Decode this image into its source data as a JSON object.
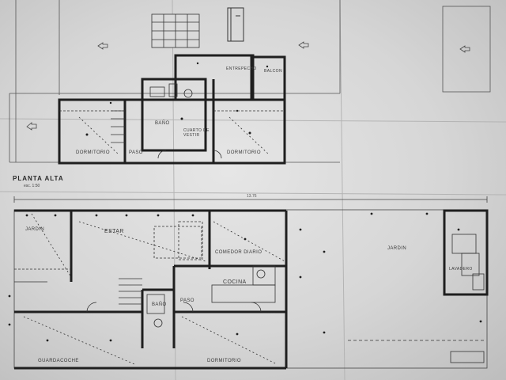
{
  "upper_floor": {
    "heading": "PLANTA ALTA",
    "scale": "esc. 1:50",
    "rooms": {
      "bedroom_left": "DORMITORIO",
      "hall": "PASO",
      "bathroom": "BAÑO",
      "dressing": "CUARTO DE VESTIR",
      "bedroom_right": "DORMITORIO",
      "terrace": "ENTREPECHO",
      "balcony": "BALCON"
    }
  },
  "ground_floor": {
    "overall_dimension": "13.76",
    "rooms": {
      "garden_left": "JARDIN",
      "living": "ESTAR",
      "dining": "COMEDOR DIARIO",
      "kitchen": "COCINA",
      "hall": "PASO",
      "bathroom": "BAÑO",
      "garage": "GUARDACOCHE",
      "bedroom": "DORMITORIO",
      "garden_right": "JARDIN",
      "laundry": "LAVADERO"
    }
  }
}
